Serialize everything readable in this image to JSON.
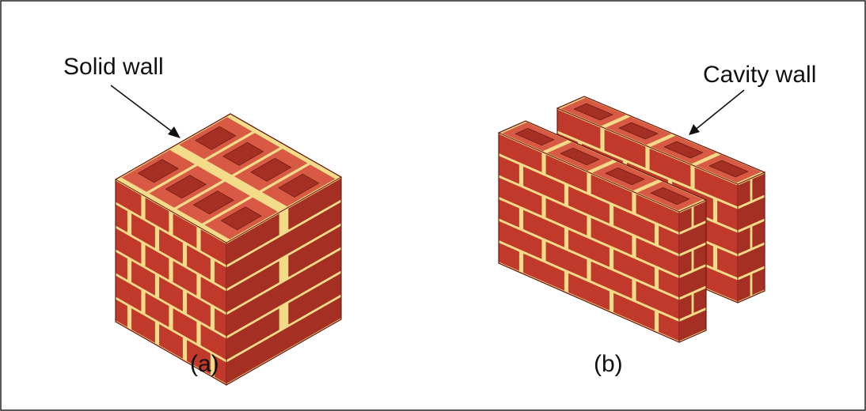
{
  "figure": {
    "label_a": "Solid wall",
    "label_b": "Cavity wall",
    "caption_a": "(a)",
    "caption_b": "(b)"
  },
  "colors": {
    "frame": "#222222",
    "brick_front": "#c0392b",
    "brick_side": "#a52f22",
    "brick_top": "#d85a44",
    "brick_outline": "#6e1b12",
    "mortar": "#f2dc8a",
    "arrow": "#111111"
  }
}
